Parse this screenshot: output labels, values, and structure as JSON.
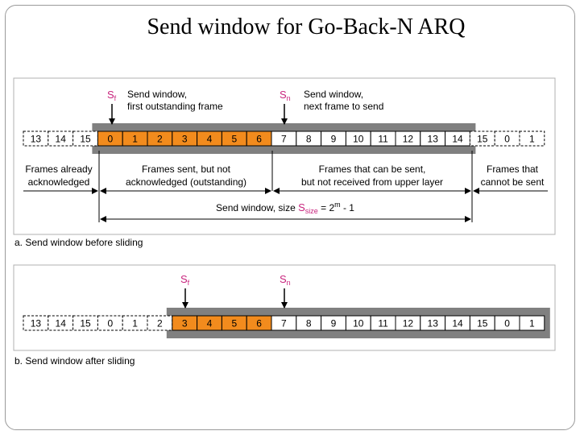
{
  "title": "Send window for Go-Back-N ARQ",
  "colors": {
    "orange": "#f28b1d",
    "gray": "#808080",
    "panel_border": "#b0b0b0",
    "pointer_label": "#c8247d"
  },
  "diagram_a": {
    "sf_label": "S",
    "sf_sub": "f",
    "sf_desc_line1": "Send window,",
    "sf_desc_line2": "first outstanding frame",
    "sn_label": "S",
    "sn_sub": "n",
    "sn_desc_line1": "Send window,",
    "sn_desc_line2": "next frame to send",
    "frames": [
      "13",
      "14",
      "15",
      "0",
      "1",
      "2",
      "3",
      "4",
      "5",
      "6",
      "7",
      "8",
      "9",
      "10",
      "11",
      "12",
      "13",
      "14",
      "15",
      "0",
      "1"
    ],
    "acked_count": 3,
    "outstanding_count": 7,
    "window_size": 15,
    "region_acked_line1": "Frames already",
    "region_acked_line2": "acknowledged",
    "region_outstanding_line1": "Frames sent, but not",
    "region_outstanding_line2": "acknowledged (outstanding)",
    "region_cansend_line1": "Frames that can be sent,",
    "region_cansend_line2": "but not received from upper layer",
    "region_cannot_line1": "Frames that",
    "region_cannot_line2": "cannot be sent",
    "size_text_prefix": "Send window, size ",
    "size_symbol": "S",
    "size_sub": "size",
    "size_eq": " = 2",
    "size_sup": "m",
    "size_tail": " - 1",
    "caption": "a. Send window before sliding"
  },
  "diagram_b": {
    "sf_label": "S",
    "sf_sub": "f",
    "sn_label": "S",
    "sn_sub": "n",
    "frames": [
      "13",
      "14",
      "15",
      "0",
      "1",
      "2",
      "3",
      "4",
      "5",
      "6",
      "7",
      "8",
      "9",
      "10",
      "11",
      "12",
      "13",
      "14",
      "15",
      "0",
      "1"
    ],
    "acked_count": 6,
    "outstanding_count": 4,
    "window_size": 15,
    "caption": "b. Send window after sliding"
  }
}
